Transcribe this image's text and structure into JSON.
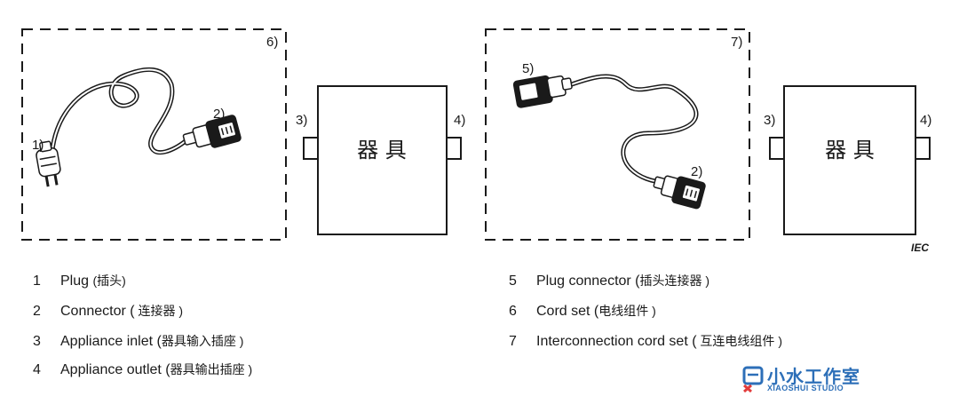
{
  "figure": {
    "labels": {
      "l6": "6)",
      "l7": "7)",
      "l1": "1)",
      "l2a": "2)",
      "l2b": "2)",
      "l5": "5)",
      "l3a": "3)",
      "l4a": "4)",
      "l3b": "3)",
      "l4b": "4)"
    },
    "appliance_text": "器 具",
    "iec": "IEC"
  },
  "legend": {
    "left": [
      {
        "num": "1",
        "en": "Plug ",
        "cn": " (插头)"
      },
      {
        "num": "2",
        "en": "Connector (",
        "cn": " 连接器   )"
      },
      {
        "num": "3",
        "en": "Appliance inlet (",
        "cn": "器具输入插座 )"
      },
      {
        "num": "4",
        "en": "Appliance outlet (",
        "cn": "器具输出插座 )"
      }
    ],
    "right": [
      {
        "num": "5",
        "en": "Plug connector (",
        "cn": "插头连接器 )"
      },
      {
        "num": "6",
        "en": "Cord set (",
        "cn": "电线组件 )"
      },
      {
        "num": "7",
        "en": "Interconnection cord set (",
        "cn": " 互连电线组件  )"
      }
    ]
  },
  "logo": {
    "text": "小水工作室",
    "subtext": "XIAOSHUI STUDIO",
    "color": "#2d6fb8"
  }
}
